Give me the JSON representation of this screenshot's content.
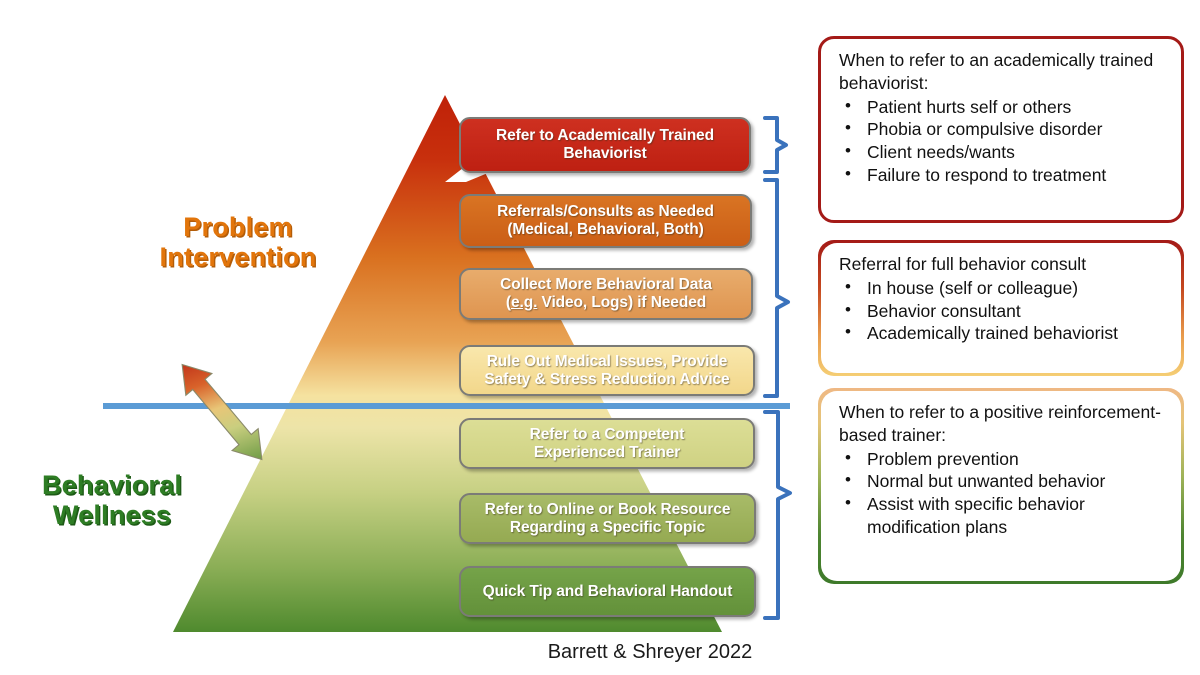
{
  "slide": {
    "caption": "Barrett & Shreyer 2022",
    "background_color": "#FFFFFF"
  },
  "side_labels": {
    "top": {
      "line1": "Problem",
      "line2": "Intervention",
      "color": "#E2750B"
    },
    "bottom": {
      "line1": "Behavioral",
      "line2": "Wellness",
      "color": "#2E7D24"
    }
  },
  "divider": {
    "name": "blue-divider-line",
    "color": "#5B9BD5"
  },
  "arrow": {
    "name": "double-headed-gradient-arrow",
    "top_color": "#C0392B",
    "bottom_color": "#7EA04D"
  },
  "pyramid": {
    "gradient_top": "#C2250F",
    "gradient_mid": "#F5E3A0",
    "gradient_bottom": "#4F8A2E",
    "tiers": [
      {
        "id": "tier-1",
        "lines": [
          "Refer to Academically Trained",
          "Behaviorist"
        ],
        "fill": "#C8271A"
      },
      {
        "id": "tier-2",
        "lines": [
          "Referrals/Consults as Needed",
          "(Medical, Behavioral, Both)"
        ],
        "fill": "#D2691C"
      },
      {
        "id": "tier-3",
        "lines": [
          "Collect More Behavioral Data",
          "(e.g. Video, Logs) if Needed"
        ],
        "fill": "#E4A160",
        "underline_segment": "e.g."
      },
      {
        "id": "tier-4",
        "lines": [
          "Rule Out Medical Issues, Provide",
          "Safety & Stress Reduction Advice"
        ],
        "fill": "#F6DE9A"
      },
      {
        "id": "tier-5",
        "lines": [
          "Refer to a Competent",
          "Experienced Trainer"
        ],
        "fill": "#D5D88D"
      },
      {
        "id": "tier-6",
        "lines": [
          "Refer to Online or Book Resource",
          "Regarding a Specific Topic"
        ],
        "fill": "#9EB35D"
      },
      {
        "id": "tier-7",
        "lines": [
          "Quick Tip and Behavioral Handout"
        ],
        "fill": "#6D9B41"
      }
    ]
  },
  "callouts": [
    {
      "id": "callout-1",
      "border_color": "#A41A17",
      "heading": "When to refer to an academically trained behaviorist:",
      "items": [
        "Patient hurts self or others",
        "Phobia or compulsive disorder",
        "Client needs/wants",
        "Failure to respond to treatment"
      ]
    },
    {
      "id": "callout-2",
      "border_color_top": "#A41A17",
      "border_color_bottom": "#F3C563",
      "heading": "Referral for full behavior consult",
      "items": [
        "In house (self or colleague)",
        "Behavior consultant",
        "Academically trained behaviorist"
      ]
    },
    {
      "id": "callout-3",
      "border_color_top": "#EFB27A",
      "border_color_bottom": "#3E7A2A",
      "heading": "When to refer to a positive reinforcement-based trainer:",
      "items": [
        "Problem prevention",
        "Normal but unwanted behavior",
        "Assist with specific behavior modification plans"
      ]
    }
  ],
  "braces": [
    {
      "name": "brace-top",
      "color": "#3A72BC"
    },
    {
      "name": "brace-middle",
      "color": "#3A72BC"
    },
    {
      "name": "brace-bottom",
      "color": "#3A72BC"
    }
  ]
}
